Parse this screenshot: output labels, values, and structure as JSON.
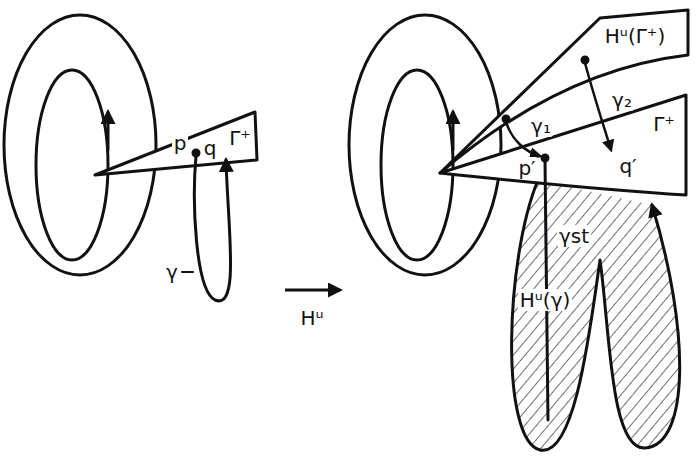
{
  "diagram": {
    "labels": [
      "Γ⁺",
      "p",
      "q",
      "γ",
      "Hᵘ",
      "Hᵘ(Γ⁺)",
      "γ₁",
      "γ₂",
      "Γ⁺",
      "p′",
      "q′",
      "γst",
      "Hᵘ(γ)"
    ]
  }
}
